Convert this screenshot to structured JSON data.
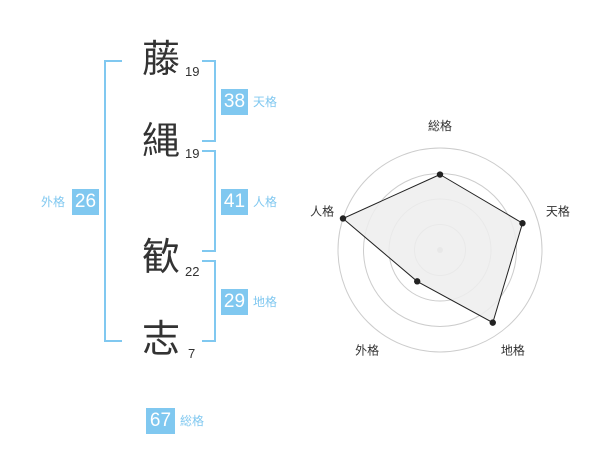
{
  "name": {
    "chars": [
      {
        "char": "藤",
        "strokes": "19"
      },
      {
        "char": "縄",
        "strokes": "19"
      },
      {
        "char": "歓",
        "strokes": "22"
      },
      {
        "char": "志",
        "strokes": "7"
      }
    ]
  },
  "fortune": {
    "tenkaku": {
      "value": "38",
      "label": "天格"
    },
    "jinkaku": {
      "value": "41",
      "label": "人格"
    },
    "chikaku": {
      "value": "29",
      "label": "地格"
    },
    "gaikaku": {
      "value": "26",
      "label": "外格"
    },
    "soukaku": {
      "value": "67",
      "label": "総格"
    }
  },
  "chart_data": {
    "type": "radar",
    "axes": [
      "総格",
      "天格",
      "地格",
      "外格",
      "人格"
    ],
    "values": [
      0.74,
      0.85,
      0.88,
      0.38,
      1.0
    ],
    "max": 1.0,
    "rings": 4,
    "colors": {
      "fill": "#ededed",
      "stroke": "#222222",
      "ring": "#cccccc",
      "center": "#c8c8c8"
    }
  },
  "colors": {
    "accent": "#80c8f0",
    "text": "#333333"
  }
}
